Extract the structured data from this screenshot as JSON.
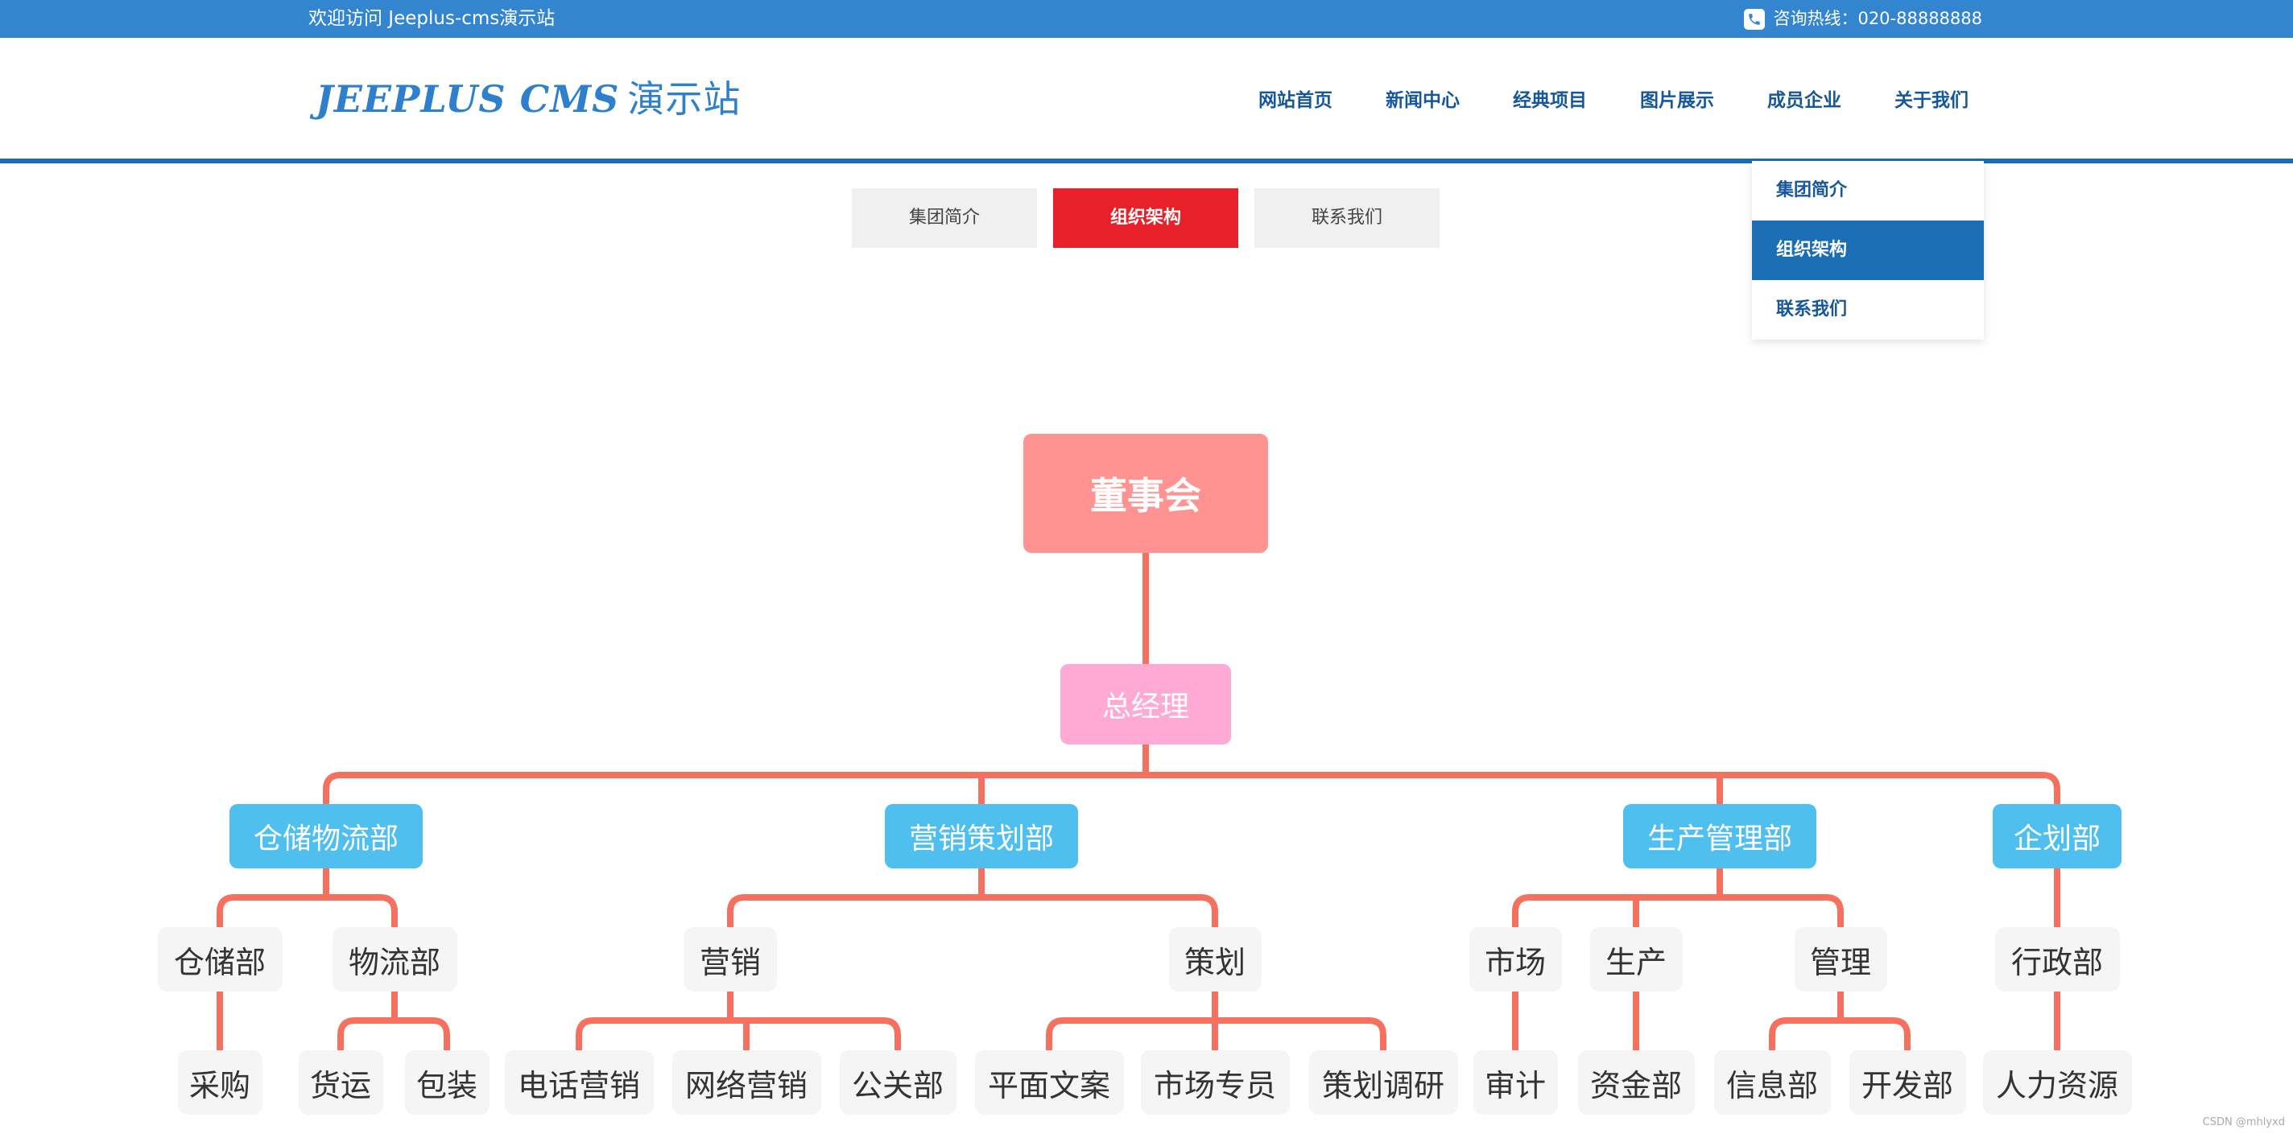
{
  "topbar": {
    "welcome": "欢迎访问 Jeeplus-cms演示站",
    "hotline_label": "咨询热线：",
    "hotline_number": "020-88888888",
    "icon": "phone-icon",
    "bg_color": "#3385d0"
  },
  "header": {
    "logo_en": "JEEPLUS CMS",
    "logo_cn": "演示站",
    "nav": [
      {
        "label": "网站首页"
      },
      {
        "label": "新闻中心"
      },
      {
        "label": "经典项目"
      },
      {
        "label": "图片展示"
      },
      {
        "label": "成员企业"
      },
      {
        "label": "关于我们"
      }
    ]
  },
  "dropdown": {
    "items": [
      {
        "label": "集团简介",
        "active": false
      },
      {
        "label": "组织架构",
        "active": true
      },
      {
        "label": "联系我们",
        "active": false
      }
    ]
  },
  "subtabs": [
    {
      "label": "集团简介",
      "active": false
    },
    {
      "label": "组织架构",
      "active": true
    },
    {
      "label": "联系我们",
      "active": false
    }
  ],
  "org": {
    "line_color": "#f5705f",
    "board": "董事会",
    "gm": "总经理",
    "departments": [
      {
        "name": "仓储物流部",
        "units": [
          {
            "name": "仓储部",
            "sub": [
              "采购"
            ]
          },
          {
            "name": "物流部",
            "sub": [
              "货运",
              "包装"
            ]
          }
        ]
      },
      {
        "name": "营销策划部",
        "units": [
          {
            "name": "营销",
            "sub": [
              "电话营销",
              "网络营销",
              "公关部"
            ]
          },
          {
            "name": "策划",
            "sub": [
              "平面文案",
              "市场专员",
              "策划调研"
            ]
          }
        ]
      },
      {
        "name": "生产管理部",
        "units": [
          {
            "name": "市场",
            "sub": [
              "审计"
            ]
          },
          {
            "name": "生产",
            "sub": [
              "资金部"
            ]
          },
          {
            "name": "管理",
            "sub": [
              "信息部",
              "开发部"
            ]
          }
        ]
      },
      {
        "name": "企划部",
        "units": [
          {
            "name": "行政部",
            "sub": [
              "人力资源"
            ]
          }
        ]
      }
    ]
  },
  "credit": "CSDN @mhlyxd"
}
